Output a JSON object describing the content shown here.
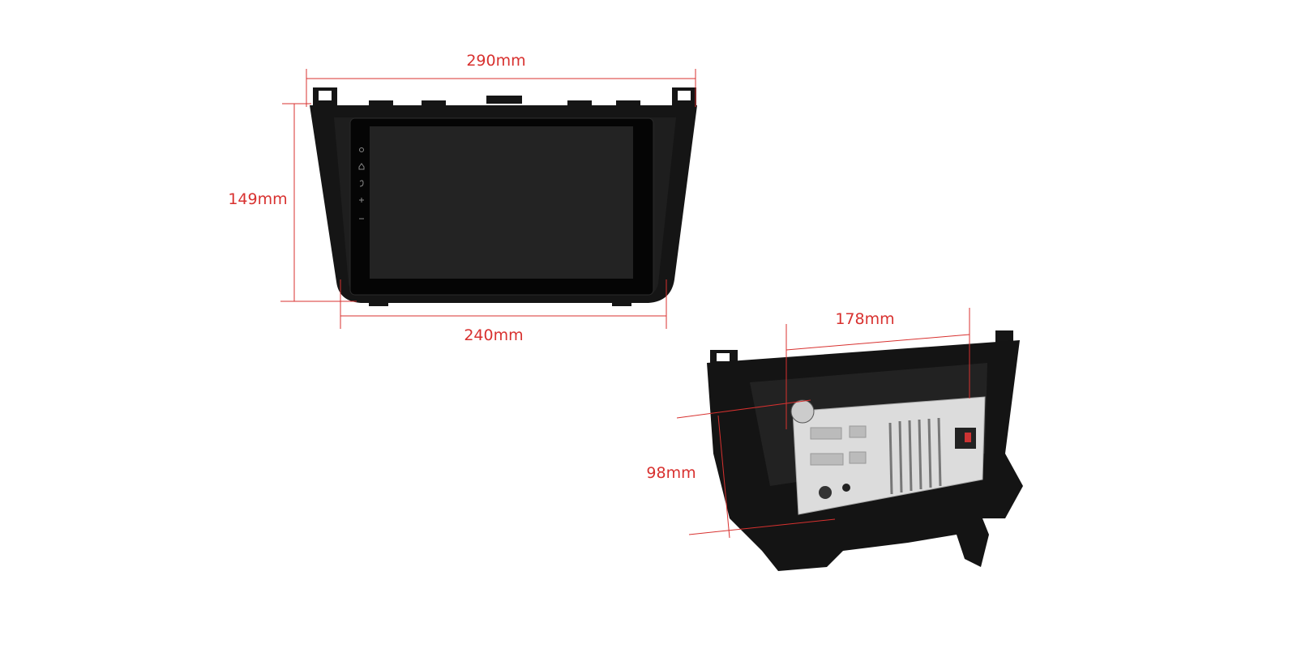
{
  "colors": {
    "dimension": "#d8312f",
    "bezel": "#111111",
    "screen": "#232323",
    "chassis": "#dcdcdc"
  },
  "front_view": {
    "width_top": "290mm",
    "height": "149mm",
    "width_bottom": "240mm"
  },
  "rear_view": {
    "chassis_width": "178mm",
    "chassis_height": "98mm"
  }
}
